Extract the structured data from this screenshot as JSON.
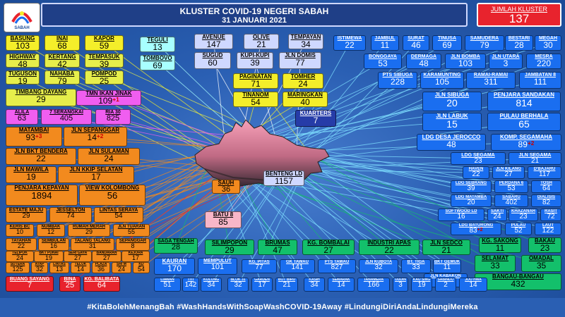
{
  "header": {
    "title": "KLUSTER COVID-19 NEGERI SABAH",
    "date": "31 JANUARI 2021",
    "total_label": "JUMLAH KLUSTER",
    "total_value": "137",
    "logo_text": "SABAH"
  },
  "footer": {
    "hashtags": "#KitaBolehMenangBah #WashHandsWithSoapWashCOVID-19Away #LindungiDiriAndaLindungiMereka"
  },
  "clusters": [
    {
      "id": "basung",
      "name": "BASUNG",
      "value": "103"
    },
    {
      "id": "inai",
      "name": "INAI",
      "value": "68"
    },
    {
      "id": "kapor",
      "name": "KAPOR",
      "value": "59"
    },
    {
      "id": "teguli",
      "name": "TEGULI",
      "value": "13"
    },
    {
      "id": "tombovo",
      "name": "TOMBOVO",
      "value": "69"
    },
    {
      "id": "highway",
      "name": "HIGHWAY",
      "value": "48"
    },
    {
      "id": "kertang",
      "name": "KERTANG",
      "value": "42"
    },
    {
      "id": "tempasuk",
      "name": "TEMPASUK",
      "value": "39"
    },
    {
      "id": "tuguson",
      "name": "TUGUSON",
      "value": "19"
    },
    {
      "id": "nahaba",
      "name": "NAHABA",
      "value": "79"
    },
    {
      "id": "pompod",
      "name": "POMPOD",
      "value": "25"
    },
    {
      "id": "timbang",
      "name": "TIMBANG DAYANG",
      "value": "29"
    },
    {
      "id": "tmn_ikan",
      "name": "TMN IKAN JINAK",
      "value": "109",
      "extra": "+1"
    },
    {
      "id": "alila",
      "name": "ALILA",
      "value": "63"
    },
    {
      "id": "serangkai",
      "name": "7 SERANGKAI",
      "value": "405"
    },
    {
      "id": "ria30",
      "name": "RIA 30",
      "value": "825"
    },
    {
      "id": "matambai",
      "name": "MATAMBAI",
      "value": "93",
      "extra": "+3"
    },
    {
      "id": "sepanggar",
      "name": "JLN SEPANGGAR",
      "value": "14",
      "extra": "+2"
    },
    {
      "id": "bkt_bendera",
      "name": "JLN BKT BENDERA",
      "value": "22"
    },
    {
      "id": "sulaman",
      "name": "JLN SULAMAN",
      "value": "24"
    },
    {
      "id": "mawila",
      "name": "JLN MAWILA",
      "value": "19"
    },
    {
      "id": "kkip",
      "name": "JLN KKIP SELATAN",
      "value": "17"
    },
    {
      "id": "kepayan",
      "name": "PENJARA KEPAYAN",
      "value": "1894"
    },
    {
      "id": "kolombong",
      "name": "VIEW KOLOMBONG",
      "value": "56"
    },
    {
      "id": "maju",
      "name": "ESTATE MAJU",
      "value": "29"
    },
    {
      "id": "jesselton",
      "name": "JESSELTON",
      "value": "74"
    },
    {
      "id": "lintas",
      "name": "LINTAS SERAYA",
      "value": "54"
    },
    {
      "id": "kerisbc",
      "name": "KERIS BC",
      "value": "10"
    },
    {
      "id": "numbak",
      "name": "NUMBAK",
      "value": "12"
    },
    {
      "id": "rumah_merah",
      "name": "RUMAH MERAH",
      "value": "29"
    },
    {
      "id": "jln_tuaran",
      "name": "JLN TUARAN",
      "value": "55"
    },
    {
      "id": "tatahan",
      "name": "TATAHAN",
      "value": "22"
    },
    {
      "id": "sembulan",
      "name": "SEMBULAN",
      "value": "16"
    },
    {
      "id": "talang",
      "name": "TALANG TALANG",
      "value": "31"
    },
    {
      "id": "sepanggar2",
      "name": "SEPANGGAR",
      "value": "8"
    },
    {
      "id": "telipok",
      "name": "TELIPOK",
      "value": "24"
    },
    {
      "id": "bkt_punai",
      "name": "BKT PUNAI",
      "value": "19"
    },
    {
      "id": "seri_gaya",
      "name": "SERI GAYA",
      "value": "27"
    },
    {
      "id": "bandaran",
      "name": "BANDARAN",
      "value": "27"
    },
    {
      "id": "kejora",
      "name": "KEJORA",
      "value": "17"
    },
    {
      "id": "sutera",
      "name": "SUTERA",
      "value": "125"
    },
    {
      "id": "atap",
      "name": "ATAP",
      "value": "32"
    },
    {
      "id": "lintas2",
      "name": "LINTAS",
      "value": "13"
    },
    {
      "id": "teluk",
      "name": "TELUK",
      "value": "14"
    },
    {
      "id": "plaza",
      "name": "PLAZA",
      "value": "36"
    },
    {
      "id": "sri_m",
      "name": "SRI M",
      "value": "24"
    },
    {
      "id": "kd",
      "name": "KD",
      "value": "54"
    },
    {
      "id": "saga",
      "name": "SAGA TENGAH",
      "value": "28"
    },
    {
      "id": "avenue",
      "name": "AVENUE",
      "value": "147"
    },
    {
      "id": "olive",
      "name": "OLIVE",
      "value": "21"
    },
    {
      "id": "tempayan",
      "name": "TEMPAYAN",
      "value": "34"
    },
    {
      "id": "sugud",
      "name": "SUGUD",
      "value": "60"
    },
    {
      "id": "kupi",
      "name": "KUPI-KUPI",
      "value": "39"
    },
    {
      "id": "domis",
      "name": "JLN DOMIS",
      "value": "77"
    },
    {
      "id": "paginatan",
      "name": "PAGINATAN",
      "value": "71"
    },
    {
      "id": "tomher",
      "name": "TOMHER",
      "value": "24"
    },
    {
      "id": "tinanom",
      "name": "TINANOM",
      "value": "54"
    },
    {
      "id": "maringkan",
      "name": "MARINGKAN",
      "value": "40"
    },
    {
      "id": "kuarters",
      "name": "KUARTERS",
      "value": "7"
    },
    {
      "id": "benteng",
      "name": "BENTENG LD",
      "value": "1157"
    },
    {
      "id": "sauh",
      "name": "SAUH",
      "value": "36"
    },
    {
      "id": "batu8",
      "name": "BATU 8",
      "value": "85"
    },
    {
      "id": "istimewa",
      "name": "ISTIMEWA",
      "value": "22"
    },
    {
      "id": "jambul",
      "name": "JAMBUL",
      "value": "11"
    },
    {
      "id": "surat",
      "name": "SURAT",
      "value": "46"
    },
    {
      "id": "tinusa",
      "name": "TINUSA",
      "value": "69"
    },
    {
      "id": "samudera",
      "name": "SAMUDERA",
      "value": "79"
    },
    {
      "id": "bestari",
      "name": "BESTARI",
      "value": "28"
    },
    {
      "id": "megah",
      "name": "MEGAH",
      "value": "30"
    },
    {
      "id": "bonggaya",
      "name": "BONGGAYA",
      "value": "53"
    },
    {
      "id": "dermaga",
      "name": "DERMAGA",
      "value": "48"
    },
    {
      "id": "bomba",
      "name": "JLN BOMBA",
      "value": "103"
    },
    {
      "id": "utara",
      "name": "JLN UTARA",
      "value": "3"
    },
    {
      "id": "mesra",
      "name": "MESRA",
      "value": "220"
    },
    {
      "id": "sibuga",
      "name": "PTS SIBUGA",
      "value": "228"
    },
    {
      "id": "karamunting",
      "name": "KARAMUNTING",
      "value": "105"
    },
    {
      "id": "ramai",
      "name": "RAMAI-RAMAI",
      "value": "311"
    },
    {
      "id": "jambatan",
      "name": "JAMBATAN 8",
      "value": "111"
    },
    {
      "id": "jln_sibuga",
      "name": "JLN SIBUGA",
      "value": "20"
    },
    {
      "id": "penjara_sdk",
      "name": "PENJARA SANDAKAN",
      "value": "814"
    },
    {
      "id": "labuk",
      "name": "JLN LABUK",
      "value": "15"
    },
    {
      "id": "berhala",
      "name": "PULAU BERHALA",
      "value": "65"
    },
    {
      "id": "jerocco",
      "name": "LDG DESA JEROCCO",
      "value": "48"
    },
    {
      "id": "segamaha",
      "name": "KOMP. SEGAMAHA",
      "value": "89",
      "extra": "+2"
    },
    {
      "id": "ldg_segama",
      "name": "LDG SEGAMA",
      "value": "23"
    },
    {
      "id": "jln_segama",
      "name": "JLN SEGAMA",
      "value": "21"
    },
    {
      "id": "haven",
      "name": "HAVEN",
      "value": "22"
    },
    {
      "id": "kilang",
      "name": "JLN KILANG",
      "value": "27"
    },
    {
      "id": "dbaru",
      "name": "D'BAJARU",
      "value": "117"
    },
    {
      "id": "sebrang",
      "name": "LDG SEBRANG",
      "value": "39"
    },
    {
      "id": "perdana",
      "name": "PERDANA 6",
      "value": "53"
    },
    {
      "id": "tosh",
      "name": "TOSH",
      "value": "64"
    },
    {
      "id": "matamba",
      "name": "LDG MATAMBA",
      "value": "20"
    },
    {
      "id": "sabaru",
      "name": "SABARU",
      "value": "402"
    },
    {
      "id": "dialisis",
      "name": "DIALISIS",
      "value": "82"
    },
    {
      "id": "softwood",
      "name": "SOFTWOOD LD",
      "value": "16"
    },
    {
      "id": "sakti",
      "name": "SAKTI",
      "value": "24"
    },
    {
      "id": "khazanah",
      "name": "KHAZANAH",
      "value": "23"
    },
    {
      "id": "rasit",
      "name": "RASIT",
      "value": "72"
    },
    {
      "id": "baturong",
      "name": "LDG BATURONG",
      "value": "83",
      "extra": "+2"
    },
    {
      "id": "pulau",
      "name": "PULAU",
      "value": "52"
    },
    {
      "id": "laut",
      "name": "LAUT",
      "value": "122"
    },
    {
      "id": "sakong",
      "name": "KG. SAKONG",
      "value": "11"
    },
    {
      "id": "bakau",
      "name": "BAKAU",
      "value": "23"
    },
    {
      "id": "selamat",
      "name": "SELAMAT",
      "value": "33"
    },
    {
      "id": "omadal",
      "name": "OMADAL",
      "value": "35"
    },
    {
      "id": "bangau",
      "name": "BANGAU-BANGAU",
      "value": "432"
    },
    {
      "id": "silimpopon",
      "name": "SILIMPOPON",
      "value": "29"
    },
    {
      "id": "brumas",
      "name": "BRUMAS",
      "value": "47"
    },
    {
      "id": "bombalai",
      "name": "KG. BOMBALAI",
      "value": "27"
    },
    {
      "id": "apas",
      "name": "INDUSTRI APAS",
      "value": "22"
    },
    {
      "id": "sedco",
      "name": "JLN SEDCO",
      "value": "21"
    },
    {
      "id": "kauran",
      "name": "KAURAN",
      "value": "170"
    },
    {
      "id": "mempulut",
      "name": "MEMPULUT",
      "value": "101"
    },
    {
      "id": "kg_pitas",
      "name": "KG. PITAS",
      "value": "77"
    },
    {
      "id": "gk_tawau",
      "name": "GK TAWAU",
      "value": "141"
    },
    {
      "id": "pts_tawau",
      "name": "PTS TAWAU",
      "value": "827"
    },
    {
      "id": "kubota",
      "name": "JLN KUBOTA",
      "value": "32"
    },
    {
      "id": "bt_tiga",
      "name": "BT. TIGA",
      "value": "33"
    },
    {
      "id": "gemuk",
      "name": "BKT GEMUK",
      "value": "11"
    },
    {
      "id": "kabokon",
      "name": "JLN KABAKON",
      "value": "31"
    },
    {
      "id": "buang",
      "name": "BUANG SAYANG",
      "value": "7"
    },
    {
      "id": "bina",
      "name": "BINA",
      "value": "25"
    },
    {
      "id": "balibata",
      "name": "KG. BALIBATA",
      "value": "64"
    },
    {
      "id": "liawan",
      "name": "LIAWAN",
      "value": "51"
    },
    {
      "id": "titi",
      "name": "TITI",
      "value": "142"
    },
    {
      "id": "kolong",
      "name": "KOLONG",
      "value": "34"
    },
    {
      "id": "blok31",
      "name": "BLOK 31",
      "value": "32"
    },
    {
      "id": "garden",
      "name": "GARDEN",
      "value": "17"
    },
    {
      "id": "bot_biru",
      "name": "BOT BIRU",
      "value": "21"
    },
    {
      "id": "kasih",
      "name": "KASIH",
      "value": "34"
    },
    {
      "id": "semarak",
      "name": "SEMARAK",
      "value": "14"
    },
    {
      "id": "tanamera",
      "name": "TANAMERA",
      "value": "166"
    },
    {
      "id": "uddin",
      "name": "UDDIN",
      "value": "3"
    },
    {
      "id": "kau_sing",
      "name": "KAU SING",
      "value": "19"
    },
    {
      "id": "sabindo",
      "name": "SABINDO",
      "value": "2"
    },
    {
      "id": "joo_hwa",
      "name": "JOO HWA",
      "value": "14"
    }
  ]
}
